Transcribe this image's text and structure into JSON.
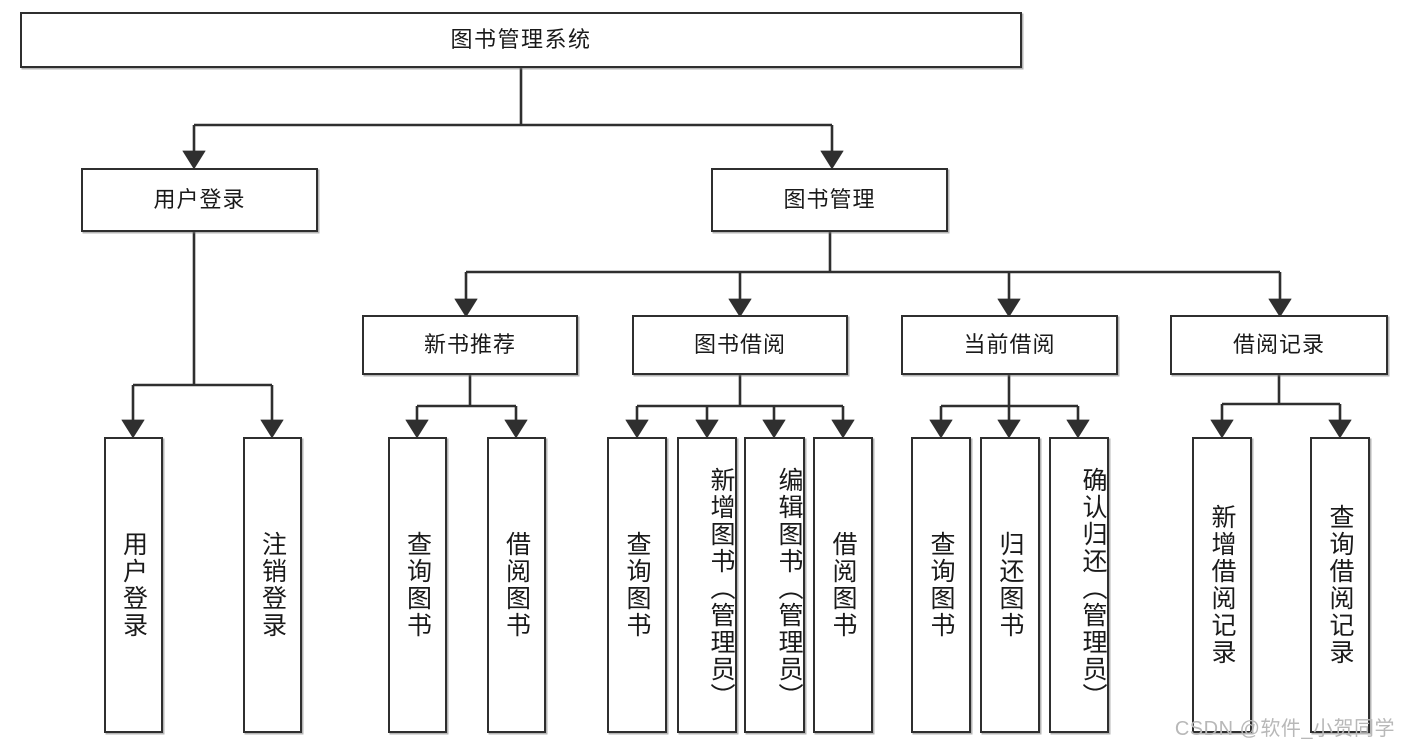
{
  "diagram": {
    "title": "图书管理系统",
    "type": "tree-hierarchy-chart",
    "watermark": "CSDN @软件_小贺同学",
    "colors": {
      "stroke": "#2f2f2f",
      "fill": "#ffffff",
      "text": "#1a1a1a",
      "watermark": "#b8b8b8"
    },
    "nodes": {
      "root": {
        "label": "图书管理系统"
      },
      "level2": [
        {
          "id": "user-login",
          "label": "用户登录"
        },
        {
          "id": "book-manage",
          "label": "图书管理"
        }
      ],
      "level3": [
        {
          "id": "new-book-recommend",
          "label": "新书推荐"
        },
        {
          "id": "book-borrow",
          "label": "图书借阅"
        },
        {
          "id": "current-borrow",
          "label": "当前借阅"
        },
        {
          "id": "borrow-record",
          "label": "借阅记录"
        }
      ],
      "leaves": {
        "user-login": [
          {
            "id": "leaf-user-login",
            "label": "用户登录"
          },
          {
            "id": "leaf-logout",
            "label": "注销登录"
          }
        ],
        "new-book-recommend": [
          {
            "id": "leaf-query-book-1",
            "label": "查询图书"
          },
          {
            "id": "leaf-borrow-book-1",
            "label": "借阅图书"
          }
        ],
        "book-borrow": [
          {
            "id": "leaf-query-book-2",
            "label": "查询图书"
          },
          {
            "id": "leaf-add-book",
            "label": "新增图书（管理员）"
          },
          {
            "id": "leaf-edit-book",
            "label": "编辑图书（管理员）"
          },
          {
            "id": "leaf-borrow-book-2",
            "label": "借阅图书"
          }
        ],
        "current-borrow": [
          {
            "id": "leaf-query-book-3",
            "label": "查询图书"
          },
          {
            "id": "leaf-return-book",
            "label": "归还图书"
          },
          {
            "id": "leaf-confirm-return",
            "label": "确认归还（管理员）"
          }
        ],
        "borrow-record": [
          {
            "id": "leaf-add-record",
            "label": "新增借阅记录"
          },
          {
            "id": "leaf-query-record",
            "label": "查询借阅记录"
          }
        ]
      }
    }
  }
}
